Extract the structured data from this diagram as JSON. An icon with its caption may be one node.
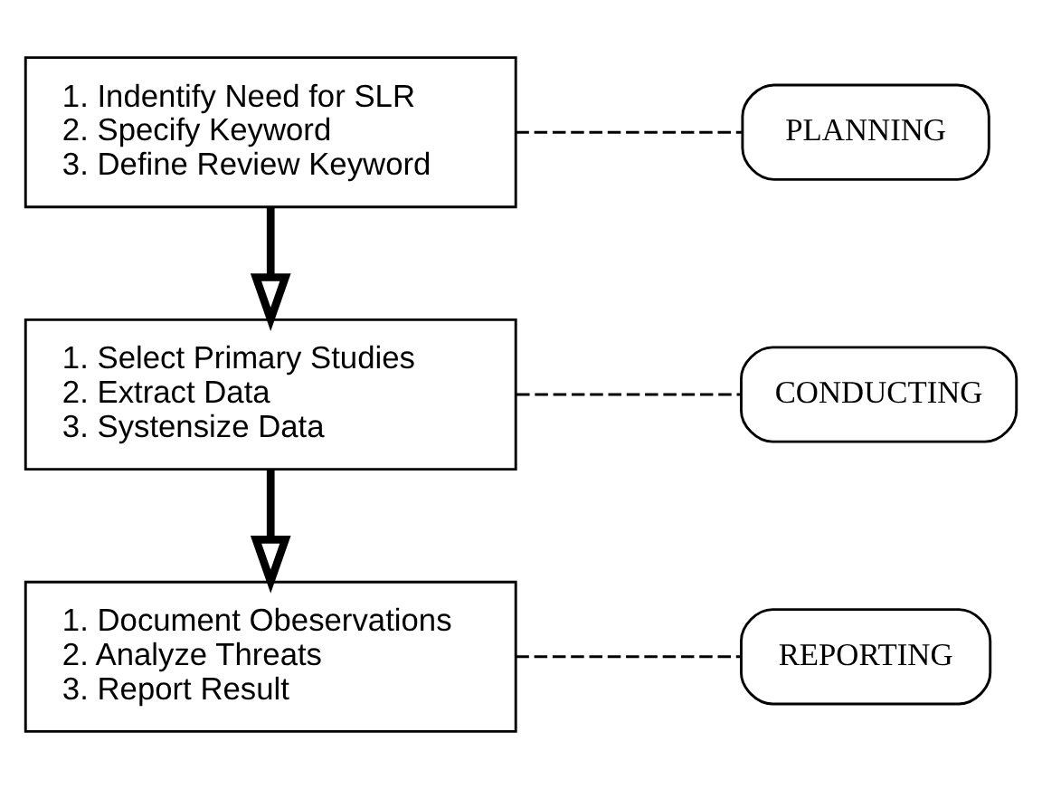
{
  "diagram": {
    "nodes": [
      {
        "text": [
          "1. Indentify Need for SLR",
          "2. Specify Keyword",
          "3. Define Review Keyword"
        ]
      },
      {
        "text": [
          "PLANNING"
        ]
      },
      {
        "text": [
          "1. Select Primary Studies",
          "2. Extract Data",
          "3. Systensize Data"
        ]
      },
      {
        "text": [
          "CONDUCTING"
        ]
      },
      {
        "text": [
          "1. Document Obeservations",
          "2. Analyze Threats",
          "3. Report Result"
        ]
      },
      {
        "text": [
          "REPORTING"
        ]
      }
    ],
    "edges": [
      {
        "from": 0,
        "to": 1,
        "arrow": "none",
        "style": "dashed"
      },
      {
        "from": 0,
        "to": 2,
        "arrow": "to",
        "style": "thick"
      },
      {
        "from": 2,
        "to": 3,
        "arrow": "none",
        "style": "dashed"
      },
      {
        "from": 2,
        "to": 4,
        "arrow": "to",
        "style": "thick"
      },
      {
        "from": 4,
        "to": 5,
        "arrow": "none",
        "style": "dashed"
      }
    ]
  }
}
